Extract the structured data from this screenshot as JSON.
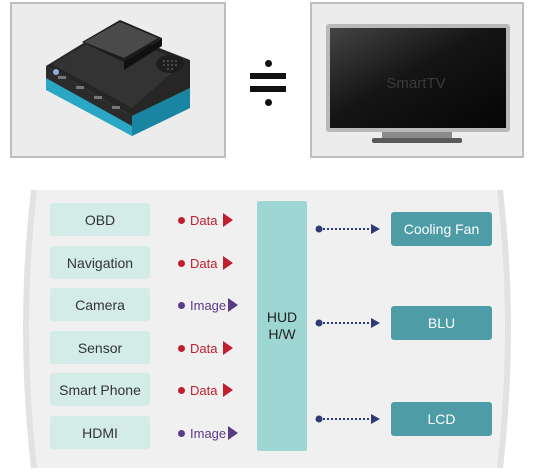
{
  "top": {
    "hud_device": {
      "icon": "hud-projector-device-icon"
    },
    "equivalence": {
      "icon": "approximately-equal-icon"
    },
    "tv": {
      "icon": "smart-tv-icon",
      "screen_text": "SmartTV"
    }
  },
  "diagram": {
    "inputs": [
      {
        "label": "OBD",
        "signal": "Data",
        "kind": "data"
      },
      {
        "label": "Navigation",
        "signal": "Data",
        "kind": "data"
      },
      {
        "label": "Camera",
        "signal": "Image",
        "kind": "image"
      },
      {
        "label": "Sensor",
        "signal": "Data",
        "kind": "data"
      },
      {
        "label": "Smart Phone",
        "signal": "Data",
        "kind": "data"
      },
      {
        "label": "HDMI",
        "signal": "Image",
        "kind": "image"
      }
    ],
    "hub": {
      "line1": "HUD",
      "line2": "H/W"
    },
    "outputs": [
      {
        "label": "Cooling Fan"
      },
      {
        "label": "BLU"
      },
      {
        "label": "LCD"
      }
    ],
    "colors": {
      "input_box": "#d3ece8",
      "hub": "#9ed6d3",
      "output_box": "#4d9ca6",
      "data_signal": "#c21f2e",
      "image_signal": "#5c3a88",
      "connector": "#2e3b78"
    }
  }
}
